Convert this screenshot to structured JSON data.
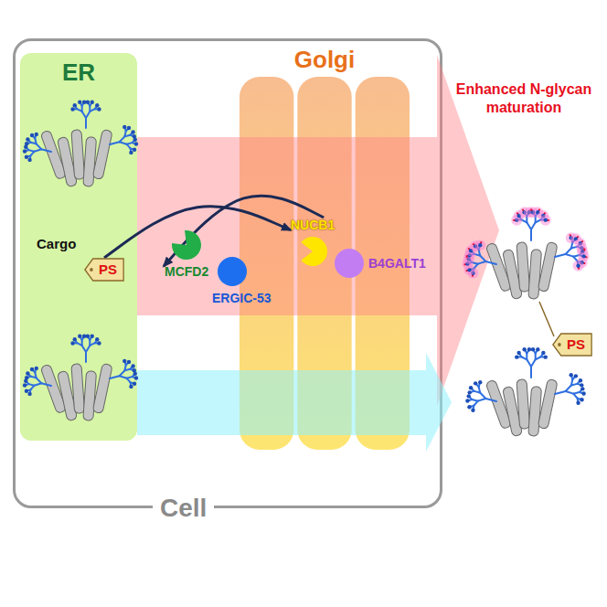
{
  "diagram": {
    "nodes": [
      {
        "text": [
          "Cell"
        ]
      },
      {
        "text": [
          "ER"
        ],
        "in": 0
      },
      {
        "text": [
          "PS"
        ],
        "in": 1
      },
      {
        "text": [
          "Golgi"
        ],
        "in": 0
      },
      {
        "text": [
          "MCFD2"
        ],
        "in": 0
      },
      {
        "text": [
          "ERGIC-53"
        ],
        "in": 0
      },
      {
        "text": [
          "NUCB1"
        ],
        "in": 3
      },
      {
        "text": [
          "B4GALT1"
        ],
        "in": 3
      },
      {
        "text": [
          "PS"
        ]
      }
    ],
    "edges": [
      {
        "from": 2,
        "to": 4,
        "arrow": "to"
      },
      {
        "from": 4,
        "to": 6,
        "arrow": "to"
      }
    ],
    "labels": [
      "Cargo",
      "Enhanced N-glycan maturation"
    ]
  }
}
